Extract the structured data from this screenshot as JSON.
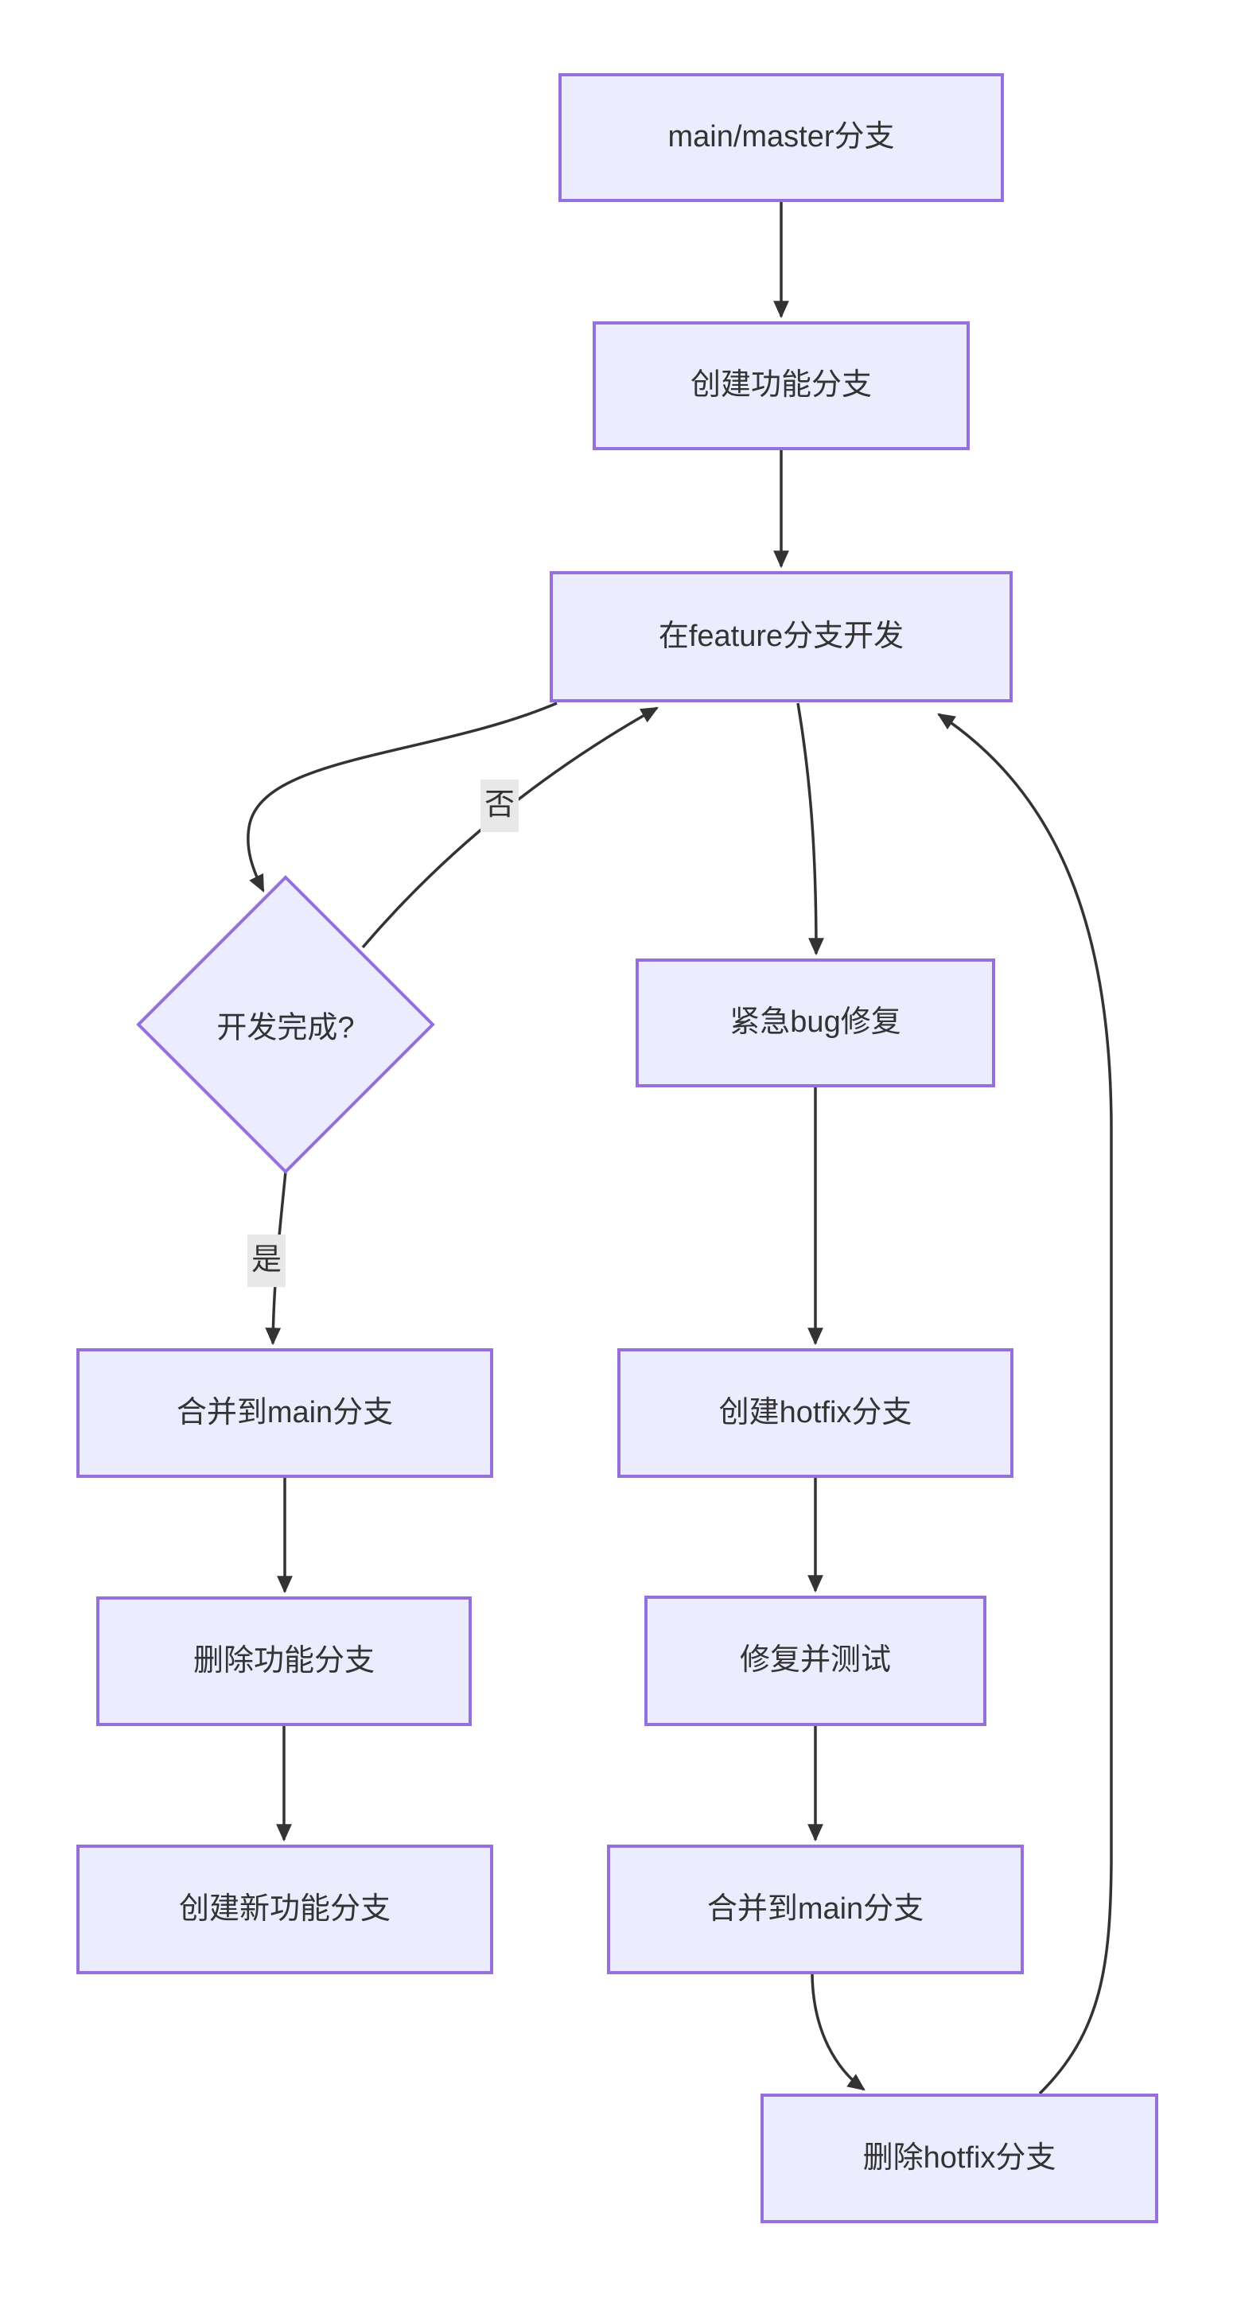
{
  "diagram": {
    "type": "flowchart",
    "orientation": "top-down",
    "colors": {
      "background": "#ffffff",
      "node_fill": "#ECECFF",
      "node_border": "#9370DB",
      "edge_color": "#333333",
      "text_color": "#333333",
      "edge_label_bg": "#e8e8e8"
    },
    "nodes": {
      "main": {
        "label": "main/master分支",
        "shape": "rect"
      },
      "create_feature": {
        "label": "创建功能分支",
        "shape": "rect"
      },
      "dev_feature": {
        "label": "在feature分支开发",
        "shape": "rect"
      },
      "dev_done": {
        "label": "开发完成?",
        "shape": "diamond"
      },
      "urgent_bug": {
        "label": "紧急bug修复",
        "shape": "rect"
      },
      "merge_main_left": {
        "label": "合并到main分支",
        "shape": "rect"
      },
      "create_hotfix": {
        "label": "创建hotfix分支",
        "shape": "rect"
      },
      "delete_feature": {
        "label": "删除功能分支",
        "shape": "rect"
      },
      "fix_and_test": {
        "label": "修复并测试",
        "shape": "rect"
      },
      "create_new_feature": {
        "label": "创建新功能分支",
        "shape": "rect"
      },
      "merge_main_right": {
        "label": "合并到main分支",
        "shape": "rect"
      },
      "delete_hotfix": {
        "label": "删除hotfix分支",
        "shape": "rect"
      }
    },
    "edge_labels": {
      "no": "否",
      "yes": "是"
    },
    "edges": [
      {
        "from": "main",
        "to": "create_feature",
        "label": ""
      },
      {
        "from": "create_feature",
        "to": "dev_feature",
        "label": ""
      },
      {
        "from": "dev_feature",
        "to": "dev_done",
        "label": ""
      },
      {
        "from": "dev_done",
        "to": "dev_feature",
        "label": "否"
      },
      {
        "from": "dev_done",
        "to": "merge_main_left",
        "label": "是"
      },
      {
        "from": "merge_main_left",
        "to": "delete_feature",
        "label": ""
      },
      {
        "from": "delete_feature",
        "to": "create_new_feature",
        "label": ""
      },
      {
        "from": "dev_feature",
        "to": "urgent_bug",
        "label": ""
      },
      {
        "from": "urgent_bug",
        "to": "create_hotfix",
        "label": ""
      },
      {
        "from": "create_hotfix",
        "to": "fix_and_test",
        "label": ""
      },
      {
        "from": "fix_and_test",
        "to": "merge_main_right",
        "label": ""
      },
      {
        "from": "merge_main_right",
        "to": "delete_hotfix",
        "label": ""
      },
      {
        "from": "delete_hotfix",
        "to": "dev_feature",
        "label": ""
      }
    ]
  }
}
